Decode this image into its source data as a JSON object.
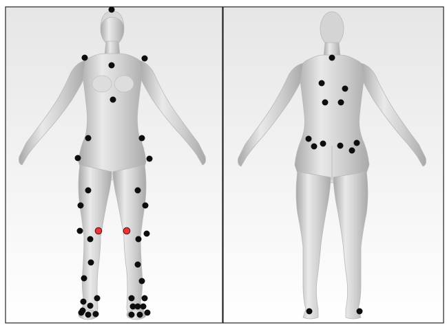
{
  "colors": {
    "background_top": "#e6e6e6",
    "background_bottom": "#ffffff",
    "panel_border": "#222222",
    "body_light": "#e9e9e9",
    "body_mid": "#cfcfcf",
    "body_dark": "#a9a9a9",
    "marker": "#0d0d0d",
    "marker_highlight": "#e8343a"
  },
  "panels": [
    {
      "view": "front"
    },
    {
      "view": "back"
    }
  ],
  "markers": {
    "front_count": 36,
    "back_count": 15,
    "highlighted_count": 2
  }
}
